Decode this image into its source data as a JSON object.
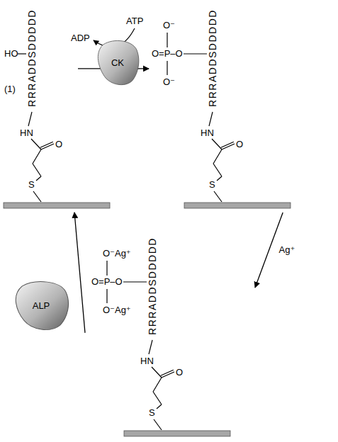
{
  "diagram": {
    "nodes": [
      {
        "text": [
          "HO",
          "RRRADDSDDDDD",
          "(1)",
          "HN",
          "O",
          "S"
        ]
      },
      {
        "text": [
          "CK"
        ]
      },
      {
        "text": [
          "O⁻",
          "O=P–O",
          "O⁻",
          "RRRADDSDDDDD",
          "HN",
          "O",
          "S"
        ]
      },
      {
        "text": [
          "ALP"
        ]
      },
      {
        "text": [
          "O⁻Ag⁺",
          "O=P–O",
          "O⁻Ag⁺",
          "RRRADDSDDDDD",
          "HN",
          "O",
          "S"
        ]
      }
    ],
    "edges": [
      {
        "from": 0,
        "to": 2,
        "arrow": "to"
      },
      {
        "from": 2,
        "to": 4,
        "label": "Ag⁺",
        "arrow": "to"
      },
      {
        "from": 4,
        "to": 0,
        "arrow": "to"
      }
    ],
    "labels": [
      "ATP",
      "ADP"
    ]
  }
}
